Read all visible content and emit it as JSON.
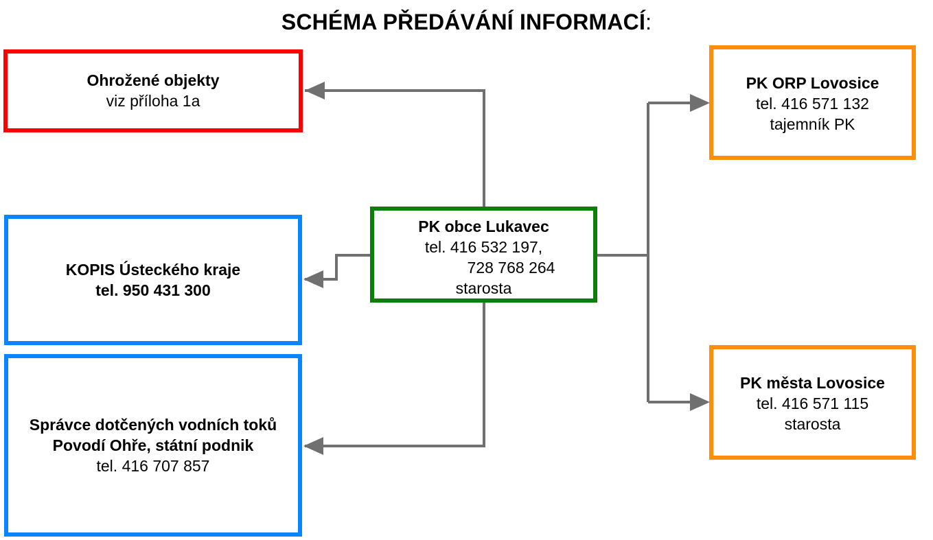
{
  "title": {
    "text": "SCHÉMA PŘEDÁVÁNÍ INFORMACÍ",
    "suffix": ":"
  },
  "nodes": {
    "threatened": {
      "name": "Ohrožené objekty",
      "note": "viz příloha 1a",
      "border_color": "#ff0000"
    },
    "kopis": {
      "name": "KOPIS Ústeckého kraje",
      "phone": "tel. 950 431 300",
      "border_color": "#0a84ff"
    },
    "watercourse": {
      "line1": "Správce dotčených vodních toků",
      "line2": "Povodí Ohře, státní podnik",
      "phone": "tel. 416 707 857",
      "border_color": "#0a84ff"
    },
    "center": {
      "name": "PK obce Lukavec",
      "phone1": "tel. 416 532 197,",
      "phone2": "728 768 264",
      "role": "starosta",
      "border_color": "#0a7f0a"
    },
    "orp": {
      "name": "PK ORP Lovosice",
      "phone": "tel. 416 571 132",
      "role": "tajemník PK",
      "border_color": "#ff8c0a"
    },
    "city": {
      "name": "PK města Lovosice",
      "phone": "tel. 416 571 115",
      "role": "starosta",
      "border_color": "#ff8c0a"
    }
  },
  "connector_color": "#707070"
}
